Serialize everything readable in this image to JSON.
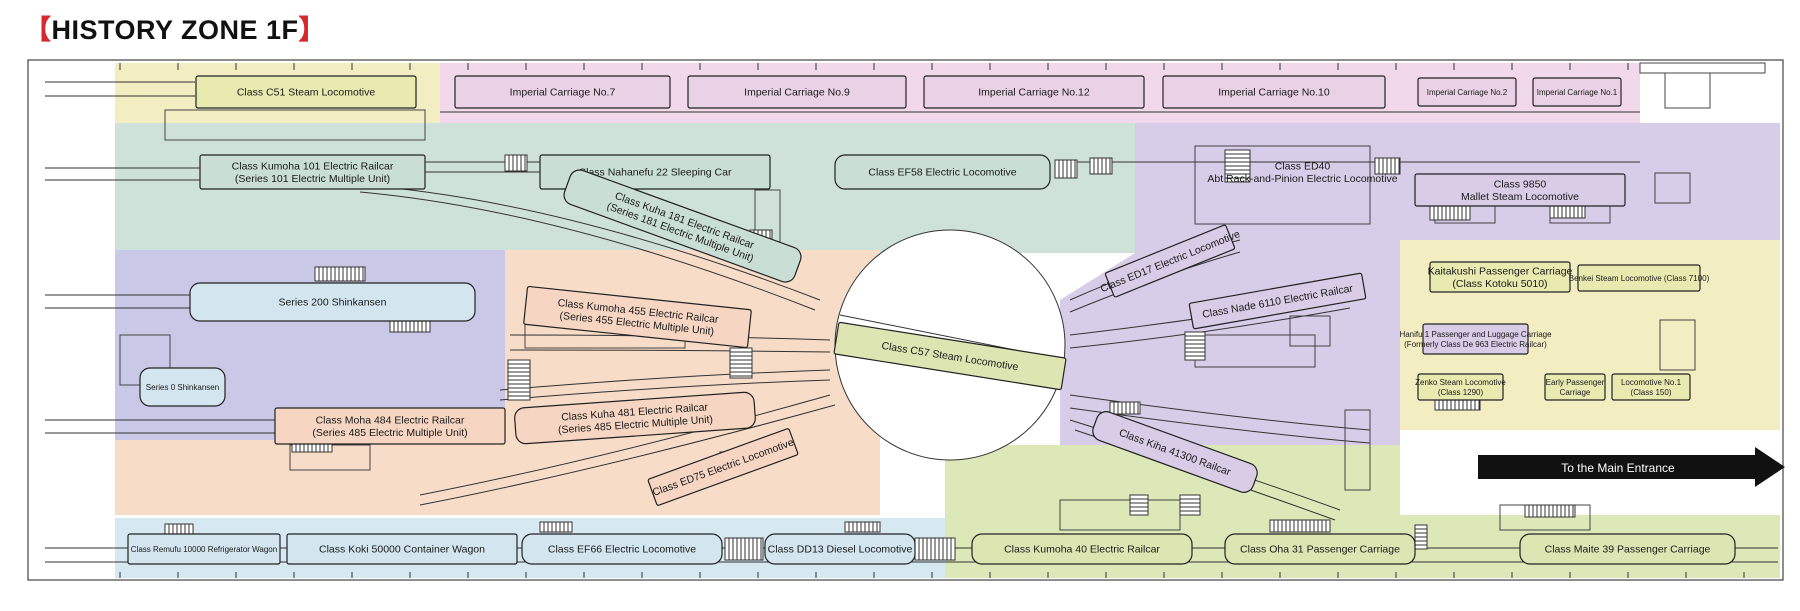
{
  "title": "HISTORY ZONE 1F",
  "colors": {
    "yellow": "#f3edc2",
    "pink": "#f1d8ea",
    "teal": "#cfe2da",
    "purple": "#d8cde8",
    "blue": "#c9c8e6",
    "peach": "#f7dcc8",
    "lightblue": "#d6e9f0",
    "green": "#dde8b8",
    "car_yellow": "#e8eab0",
    "car_pink": "#ead2e6",
    "car_teal": "#c9ded4",
    "car_purple": "#d8cce6",
    "car_peach": "#f6d6c2",
    "car_blue": "#d3e6ef",
    "car_green": "#dde6b2"
  },
  "exhibits": [
    {
      "id": "c51",
      "lines": [
        "Class C51 Steam Locomotive"
      ]
    },
    {
      "id": "imp7",
      "lines": [
        "Imperial Carriage No.7"
      ]
    },
    {
      "id": "imp9",
      "lines": [
        "Imperial Carriage No.9"
      ]
    },
    {
      "id": "imp12",
      "lines": [
        "Imperial Carriage No.12"
      ]
    },
    {
      "id": "imp10",
      "lines": [
        "Imperial Carriage No.10"
      ]
    },
    {
      "id": "imp2",
      "lines": [
        "Imperial Carriage No.2"
      ]
    },
    {
      "id": "imp1",
      "lines": [
        "Imperial Carriage No.1"
      ]
    },
    {
      "id": "kumoha101",
      "lines": [
        "Class Kumoha 101 Electric Railcar",
        "(Series 101 Electric Multiple Unit)"
      ]
    },
    {
      "id": "nahanefu22",
      "lines": [
        "Class Nahanefu 22 Sleeping Car"
      ]
    },
    {
      "id": "ef58",
      "lines": [
        "Class EF58 Electric Locomotive"
      ]
    },
    {
      "id": "ed40",
      "lines": [
        "Class ED40",
        "Abt Rack-and-Pinion Electric Locomotive"
      ]
    },
    {
      "id": "c9850",
      "lines": [
        "Class 9850",
        "Mallet Steam Locomotive"
      ]
    },
    {
      "id": "kuha181",
      "lines": [
        "Class Kuha 181 Electric Railcar",
        "(Series 181 Electric Multiple Unit)"
      ]
    },
    {
      "id": "s200",
      "lines": [
        "Series 200 Shinkansen"
      ]
    },
    {
      "id": "kumoha455",
      "lines": [
        "Class Kumoha 455 Electric Railcar",
        "(Series 455 Electric Multiple Unit)"
      ]
    },
    {
      "id": "ed17",
      "lines": [
        "Class ED17 Electric Locomotive"
      ]
    },
    {
      "id": "nade6110",
      "lines": [
        "Class Nade 6110 Electric Railcar"
      ]
    },
    {
      "id": "kaitakushi",
      "lines": [
        "Kaitakushi Passenger Carriage",
        "(Class Kotoku 5010)"
      ]
    },
    {
      "id": "benkei",
      "lines": [
        "Benkei Steam Locomotive (Class 7100)"
      ]
    },
    {
      "id": "hanifu1",
      "lines": [
        "Hanifu 1 Passenger and Luggage Carriage",
        "(Formerly Class De 963 Electric Railcar)"
      ]
    },
    {
      "id": "c57",
      "lines": [
        "Class C57 Steam Locomotive"
      ]
    },
    {
      "id": "s0",
      "lines": [
        "Series 0 Shinkansen"
      ]
    },
    {
      "id": "zenko",
      "lines": [
        "Zenko Steam Locomotive",
        "(Class 1290)"
      ]
    },
    {
      "id": "early",
      "lines": [
        "Early Passenger",
        "Carriage"
      ]
    },
    {
      "id": "loco1",
      "lines": [
        "Locomotive No.1",
        "(Class 150)"
      ]
    },
    {
      "id": "moha484",
      "lines": [
        "Class Moha 484 Electric Railcar",
        "(Series 485 Electric Multiple Unit)"
      ]
    },
    {
      "id": "kuha481",
      "lines": [
        "Class Kuha 481 Electric Railcar",
        "(Series 485 Electric Multiple Unit)"
      ]
    },
    {
      "id": "ed75",
      "lines": [
        "Class ED75 Electric Locomotive"
      ]
    },
    {
      "id": "kiha41300",
      "lines": [
        "Class Kiha 41300 Railcar"
      ]
    },
    {
      "id": "remufu",
      "lines": [
        "Class Remufu 10000 Refrigerator Wagon"
      ]
    },
    {
      "id": "koki",
      "lines": [
        "Class Koki 50000 Container Wagon"
      ]
    },
    {
      "id": "ef66",
      "lines": [
        "Class EF66 Electric Locomotive"
      ]
    },
    {
      "id": "dd13",
      "lines": [
        "Class DD13 Diesel Locomotive"
      ]
    },
    {
      "id": "kumoha40",
      "lines": [
        "Class Kumoha 40 Electric Railcar"
      ]
    },
    {
      "id": "oha31",
      "lines": [
        "Class Oha 31 Passenger Carriage"
      ]
    },
    {
      "id": "maite39",
      "lines": [
        "Class Maite 39 Passenger Carriage"
      ]
    }
  ],
  "entrance": {
    "label": "To the Main Entrance"
  }
}
